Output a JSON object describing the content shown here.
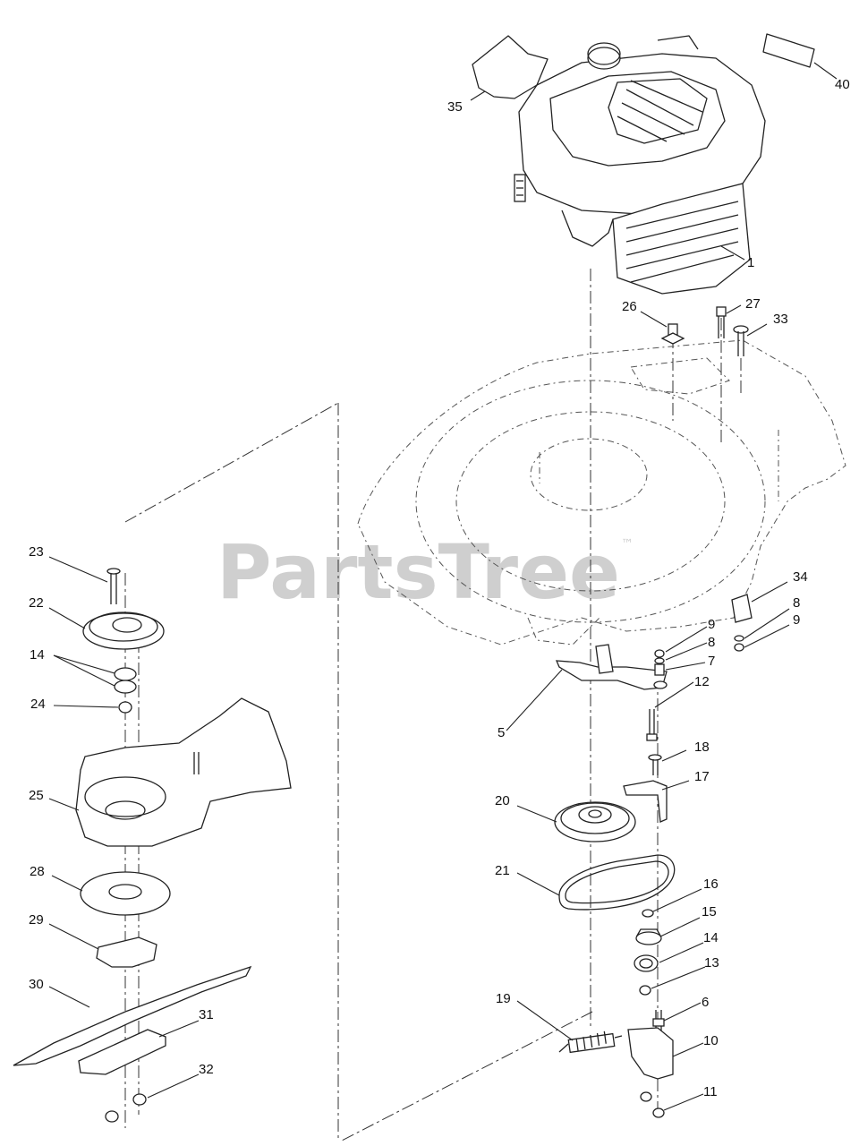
{
  "watermark": {
    "text": "PartsTree",
    "mark": "™"
  },
  "callouts": [
    {
      "id": "c1",
      "label": "1"
    },
    {
      "id": "c5",
      "label": "5"
    },
    {
      "id": "c6",
      "label": "6"
    },
    {
      "id": "c7",
      "label": "7"
    },
    {
      "id": "c8a",
      "label": "8"
    },
    {
      "id": "c8b",
      "label": "8"
    },
    {
      "id": "c9a",
      "label": "9"
    },
    {
      "id": "c9b",
      "label": "9"
    },
    {
      "id": "c10",
      "label": "10"
    },
    {
      "id": "c11",
      "label": "11"
    },
    {
      "id": "c12",
      "label": "12"
    },
    {
      "id": "c13",
      "label": "13"
    },
    {
      "id": "c14a",
      "label": "14"
    },
    {
      "id": "c14b",
      "label": "14"
    },
    {
      "id": "c15",
      "label": "15"
    },
    {
      "id": "c16",
      "label": "16"
    },
    {
      "id": "c17",
      "label": "17"
    },
    {
      "id": "c18",
      "label": "18"
    },
    {
      "id": "c19",
      "label": "19"
    },
    {
      "id": "c20",
      "label": "20"
    },
    {
      "id": "c21",
      "label": "21"
    },
    {
      "id": "c22",
      "label": "22"
    },
    {
      "id": "c23",
      "label": "23"
    },
    {
      "id": "c24",
      "label": "24"
    },
    {
      "id": "c25",
      "label": "25"
    },
    {
      "id": "c26",
      "label": "26"
    },
    {
      "id": "c27",
      "label": "27"
    },
    {
      "id": "c28",
      "label": "28"
    },
    {
      "id": "c29",
      "label": "29"
    },
    {
      "id": "c30",
      "label": "30"
    },
    {
      "id": "c31",
      "label": "31"
    },
    {
      "id": "c32",
      "label": "32"
    },
    {
      "id": "c33",
      "label": "33"
    },
    {
      "id": "c34",
      "label": "34"
    },
    {
      "id": "c35",
      "label": "35"
    },
    {
      "id": "c40",
      "label": "40"
    }
  ]
}
